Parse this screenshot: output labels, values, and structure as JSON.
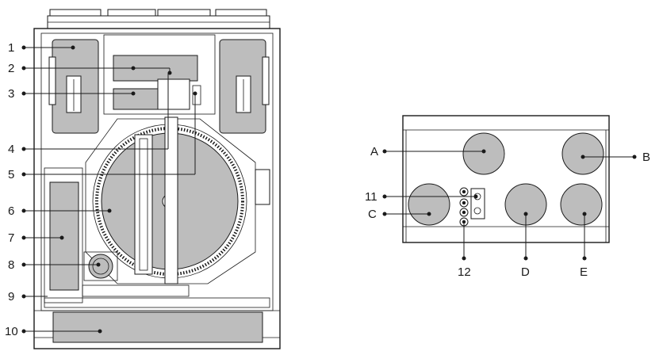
{
  "front_view": {
    "labels": [
      "1",
      "2",
      "3",
      "4",
      "5",
      "6",
      "7",
      "8",
      "9",
      "10"
    ]
  },
  "top_view": {
    "port_labels": [
      "A",
      "B",
      "C",
      "D",
      "E"
    ],
    "connector_labels": [
      "11",
      "12"
    ]
  },
  "colors": {
    "component_fill": "#bdbdbd",
    "line": "#1a1a1a",
    "background": "#ffffff"
  }
}
